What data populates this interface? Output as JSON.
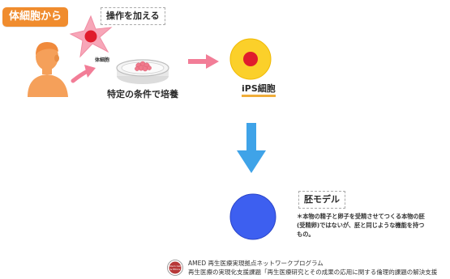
{
  "header": {
    "origin_badge": "体細胞から",
    "action_label": "操作を加える"
  },
  "somatic": {
    "cell_tag": "体細胞"
  },
  "culture": {
    "caption": "特定の条件で培養"
  },
  "ips": {
    "caption": "iPS細胞"
  },
  "embryo": {
    "label": "胚モデル",
    "description": "＊本物の精子と卵子を受精させてつくる本物の胚(受精卵)ではないが、胚と同じような機能を持つもの。"
  },
  "footer": {
    "logo_text": "Stem Cell & Ethics",
    "line1": "AMED 再生医療実現拠点ネットワークプログラム",
    "line2": "再生医療の実現化支援課題「再生医療研究とその成果の応用に関する倫理的課題の解決支援"
  },
  "colors": {
    "badge": "#f08c2e",
    "cell_pink": "#f7a6b8",
    "nucleus_red": "#e01c2c",
    "arrow_pink": "#f27d97",
    "arrow_blue": "#3fa3e8",
    "embryo_blue": "#3d5ff0",
    "skin": "#f5a05a",
    "underline_orange": "#f0ad3a"
  }
}
